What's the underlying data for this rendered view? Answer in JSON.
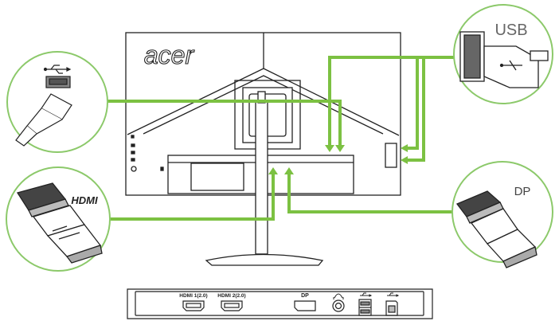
{
  "brand": "acer",
  "callouts": {
    "usb_a": "USB",
    "displayport": "DP",
    "hdmi_logo": "HDMI"
  },
  "rear_panel": {
    "hdmi1": "HDMI 1(2.0)",
    "hdmi2": "HDMI 2(2.0)",
    "dp": "DP"
  },
  "colors": {
    "cable_green": "#7cc142",
    "circle_border": "#8cc96a",
    "line": "#222222"
  },
  "icons": {
    "usb_symbol": "usb-icon",
    "headphone": "headphone-icon"
  }
}
